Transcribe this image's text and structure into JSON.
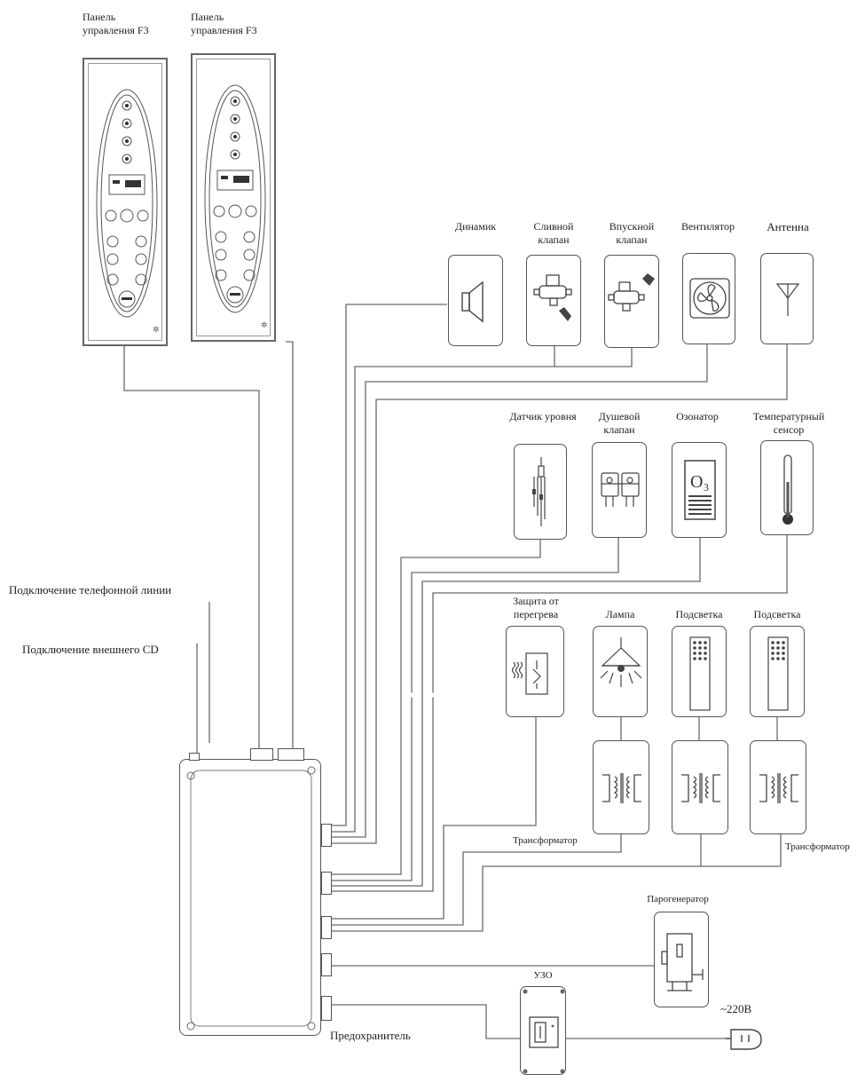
{
  "panels": [
    {
      "label": "Панель\nуправления F3"
    },
    {
      "label": "Панель\nуправления F3"
    }
  ],
  "components": {
    "speaker": "Динамик",
    "drain_valve": "Сливной\nклапан",
    "inlet_valve": "Впускной\nклапан",
    "fan": "Вентилятор",
    "antenna": "Антенна",
    "level_sensor": "Датчик уровня",
    "shower_valve": "Душевой\nклапан",
    "ozonator": "Озонатор",
    "temp_sensor": "Температурный\nсенсор",
    "overheat": "Защита от\nперегрева",
    "lamp": "Лампа",
    "backlight_1": "Подсветка",
    "backlight_2": "Подсветка",
    "steam_generator": "Парогенератор",
    "rcd": "УЗО",
    "power": "~220В"
  },
  "labels": {
    "transformer_1": "Трансформатор",
    "transformer_2": "Трансформатор",
    "fuse": "Предохранитель",
    "phone_line": "Подключение телефонной линии",
    "external_cd": "Подключение внешнего CD"
  },
  "icons": {
    "speaker": "speaker-icon",
    "valve": "valve-icon",
    "fan": "fan-icon",
    "antenna": "antenna-icon",
    "level": "level-sensor-icon",
    "ozone": "ozone-icon",
    "thermometer": "thermometer-icon",
    "lamp": "lamp-icon",
    "transformer": "transformer-icon",
    "plug": "plug-icon"
  },
  "ozone_symbol": "O₃",
  "colors": {
    "line": "#555555",
    "wire": "#6a6a6a"
  }
}
